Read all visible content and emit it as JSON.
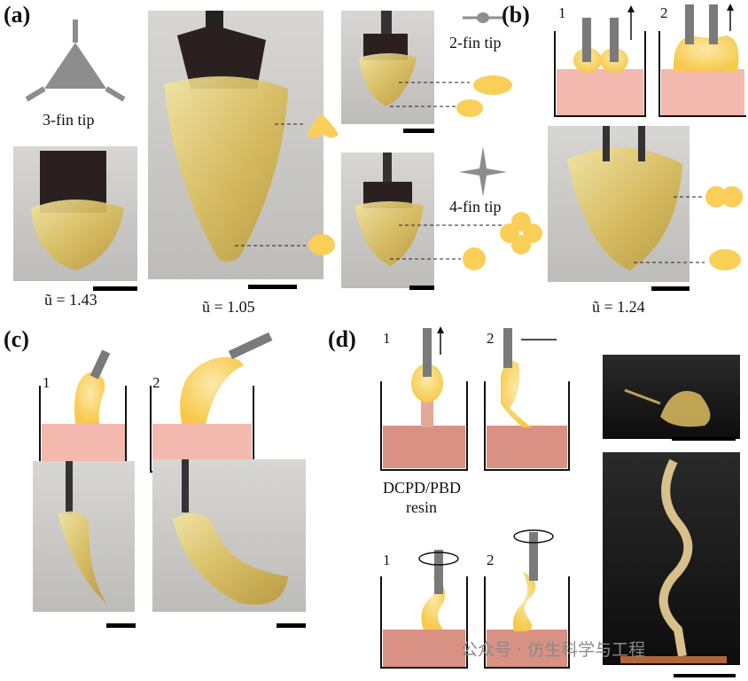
{
  "panels": {
    "a": {
      "label": "(a)",
      "three_fin": "3-fin tip",
      "two_fin": "2-fin tip",
      "four_fin": "4-fin tip",
      "u1": "ũ = 1.43",
      "u2": "ũ = 1.05"
    },
    "b": {
      "label": "(b)",
      "step1": "1",
      "step2": "2",
      "u": "ũ = 1.24"
    },
    "c": {
      "label": "(c)",
      "step1": "1",
      "step2": "2"
    },
    "d": {
      "label": "(d)",
      "step1": "1",
      "step2": "2",
      "step3": "1",
      "step4": "2",
      "resin": "DCPD/PBD",
      "resin2": "resin"
    }
  },
  "watermark": "公众号 · 仿生科学与工程",
  "colors": {
    "resin_bath": "#f2b8ae",
    "droplet": "#f9cf58",
    "rod": "#777777",
    "photo_bg": "#c9c7c3"
  }
}
